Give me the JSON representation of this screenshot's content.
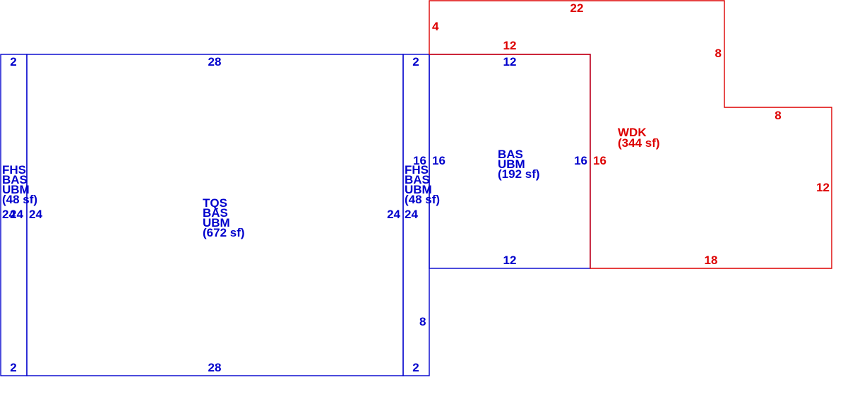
{
  "colors": {
    "blue": "#0000cc",
    "red": "#dd0000"
  },
  "areas": [
    {
      "name": "fhs-left",
      "codes": [
        "FHS",
        "BAS",
        "UBM"
      ],
      "area": "(48 sf)",
      "color": "blue"
    },
    {
      "name": "tqs",
      "codes": [
        "TQS",
        "BAS",
        "UBM"
      ],
      "area": "(672 sf)",
      "color": "blue"
    },
    {
      "name": "fhs-right",
      "codes": [
        "FHS",
        "BAS",
        "UBM"
      ],
      "area": "(48 sf)",
      "color": "blue"
    },
    {
      "name": "bas-main",
      "codes": [
        "BAS",
        "UBM"
      ],
      "area": "(192 sf)",
      "color": "blue"
    },
    {
      "name": "wdk",
      "codes": [
        "WDK"
      ],
      "area": "(344 sf)",
      "color": "red"
    }
  ],
  "dimensions": {
    "fhs_left_top": "2",
    "fhs_left_bottom": "2",
    "fhs_left_side_a": "24",
    "fhs_left_side_b": "24",
    "tqs_left": "24",
    "tqs_top": "28",
    "tqs_bottom": "28",
    "tqs_right": "24",
    "fhs_right_top": "2",
    "fhs_right_bottom": "2",
    "fhs_right_left": "24",
    "fhs_right_upper_16": "16",
    "fhs_right_lower_8": "8",
    "bas_top": "12",
    "bas_bottom": "12",
    "bas_left": "16",
    "bas_right": "16",
    "wdk_left_notch": "4",
    "wdk_top_step": "12",
    "wdk_top": "22",
    "wdk_step_vertical": "8",
    "wdk_step_horizontal": "8",
    "wdk_right": "12",
    "wdk_bottom": "18",
    "wdk_left": "16"
  }
}
